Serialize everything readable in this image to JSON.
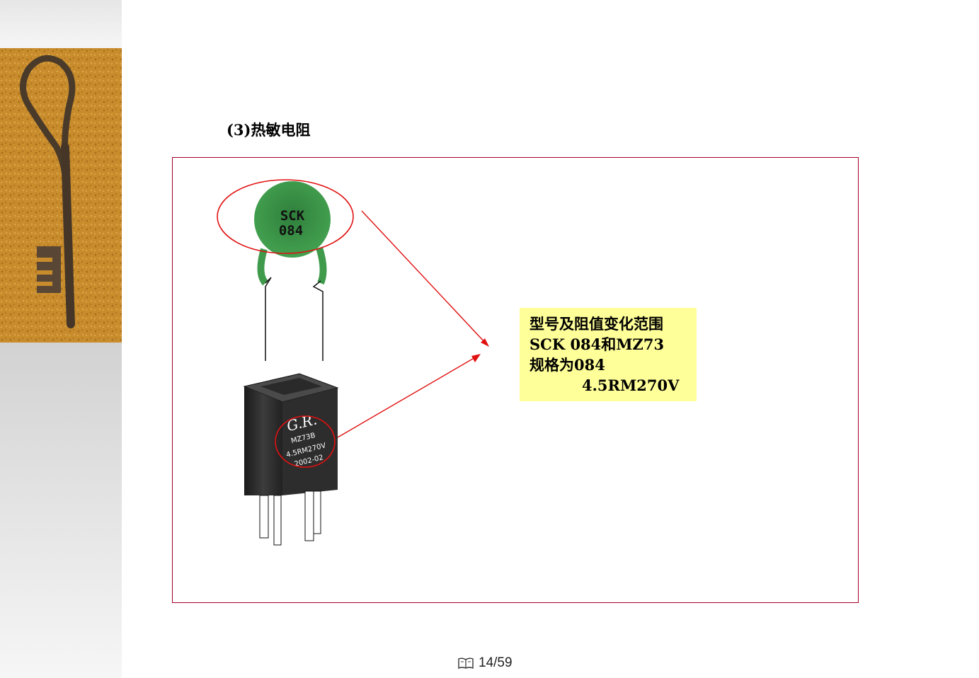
{
  "slide": {
    "title": "(3)热敏电阻"
  },
  "thermistor": {
    "label_line1": "SCK",
    "label_line2": "084"
  },
  "relay": {
    "brand": "G.R.",
    "line1": "MZ73B",
    "line2": "4.5RM270V",
    "line3": "2002-02"
  },
  "note": {
    "line1": "型号及阻值变化范围",
    "line2": "SCK 084和MZ73",
    "line3": "规格为084",
    "line4": "4.5RM270V",
    "background": "#ffff99"
  },
  "footer": {
    "icon": "book-icon",
    "page": "14/59"
  },
  "colors": {
    "frame": "#a0002a",
    "annotation": "#e01010",
    "thermistor": "#3f9a4c"
  }
}
